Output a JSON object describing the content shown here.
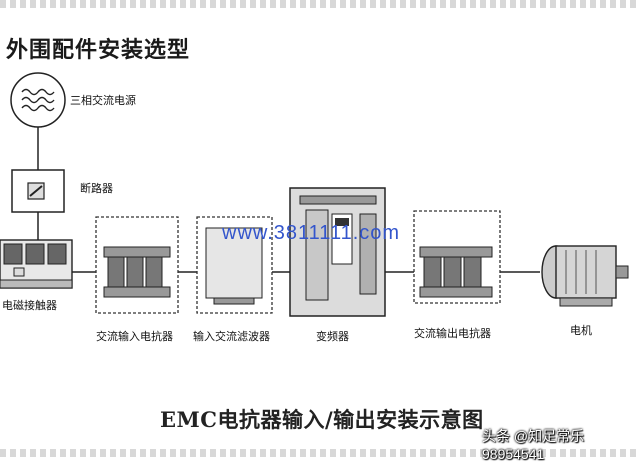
{
  "title": "外围配件安装选型",
  "components": {
    "power_source": "三相交流电源",
    "breaker": "断路器",
    "contactor": "电磁接触器",
    "input_reactor": "交流输入电抗器",
    "input_filter": "输入交流滤波器",
    "inverter": "变频器",
    "output_reactor": "交流输出电抗器",
    "motor": "电机"
  },
  "caption": "EMC电抗器输入/输出安装示意图",
  "watermark": "www.3811111.com",
  "signature": "头条 @知足常乐98954541"
}
